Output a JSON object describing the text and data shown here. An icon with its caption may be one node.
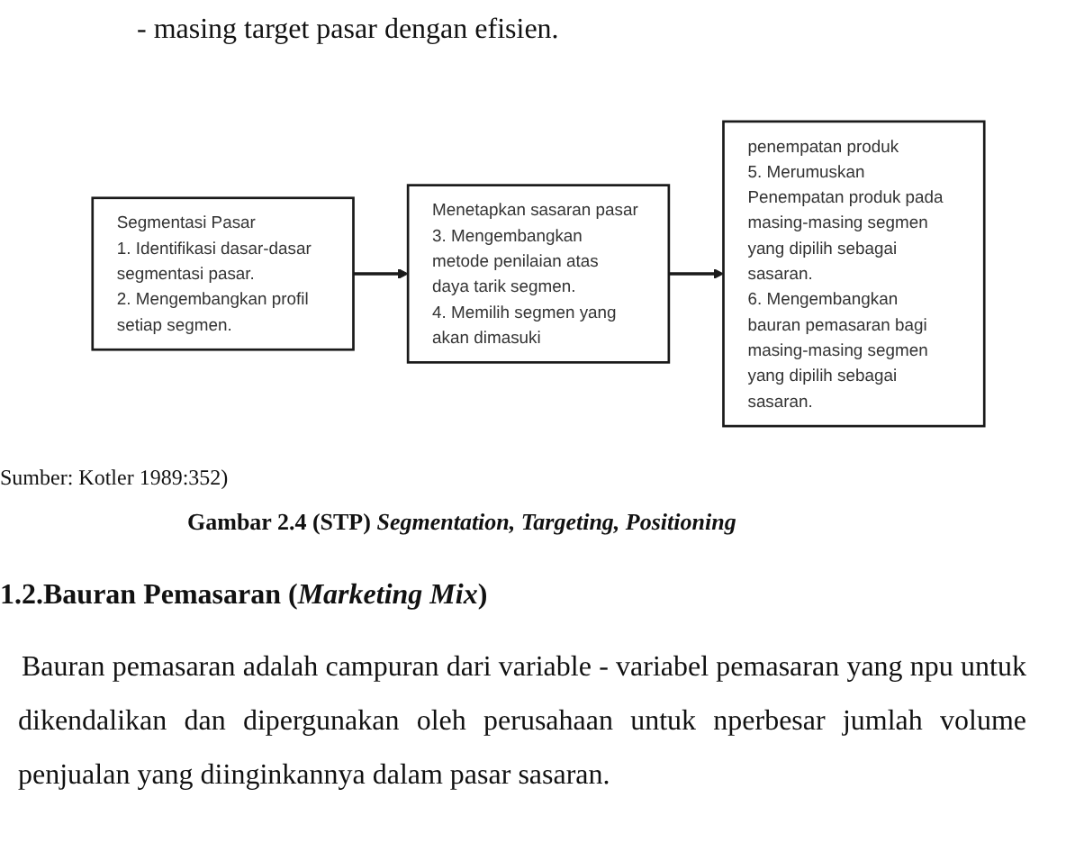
{
  "diagram": {
    "caption": "Gambar 2.4 (STP) *Segmentation, Targeting, Positioning*",
    "nodes": [
      {
        "text": [
          "Segmentasi Pasar",
          "1. Identifikasi dasar-dasar segmentasi pasar.",
          "2. Mengembangkan profil setiap segmen."
        ]
      },
      {
        "text": [
          "Menetapkan sasaran pasar",
          "3. Mengembangkan metode penilaian atas daya tarik segmen.",
          "4. Memilih segmen yang akan dimasuki"
        ]
      },
      {
        "text": [
          "penempatan produk",
          "5. Merumuskan Penempatan produk pada masing-masing segmen yang dipilih sebagai sasaran.",
          "6. Mengembangkan bauran pemasaran bagi masing-masing segmen yang dipilih sebagai sasaran."
        ]
      }
    ],
    "edges": [
      {
        "from": 0,
        "to": 1,
        "arrow": "to"
      },
      {
        "from": 1,
        "to": 2,
        "arrow": "to"
      }
    ],
    "labels": [
      "- masing target pasar dengan efisien.",
      "Sumber: Kotler 1989:352)",
      "1.2.Bauran Pemasaran (*Marketing Mix*)",
      "Bauran pemasaran adalah campuran dari variable - variabel pemasaran yang npu untuk dikendalikan dan dipergunakan oleh perusahaan untuk nperbesar jumlah volume penjualan yang diinginkannya dalam pasar sasaran."
    ]
  }
}
